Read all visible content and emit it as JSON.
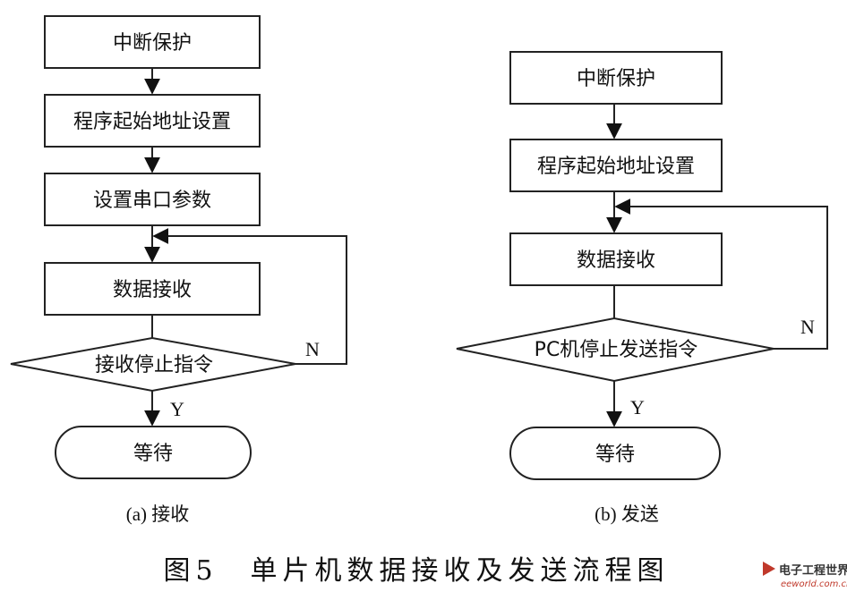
{
  "left": {
    "box1": "中断保护",
    "box2": "程序起始地址设置",
    "box3": "设置串口参数",
    "box4": "数据接收",
    "decision": "接收停止指令",
    "no_label": "N",
    "yes_label": "Y",
    "end": "等待",
    "caption": "(a) 接收"
  },
  "right": {
    "box1": "中断保护",
    "box2": "程序起始地址设置",
    "box3": "数据接收",
    "decision": "PC机停止发送指令",
    "no_label": "N",
    "yes_label": "Y",
    "end": "等待",
    "caption": "(b) 发送"
  },
  "figure_caption": "图5　单片机数据接收及发送流程图",
  "watermark": {
    "line1": "电子工程世界",
    "line2": "eeworld.com.cn"
  }
}
